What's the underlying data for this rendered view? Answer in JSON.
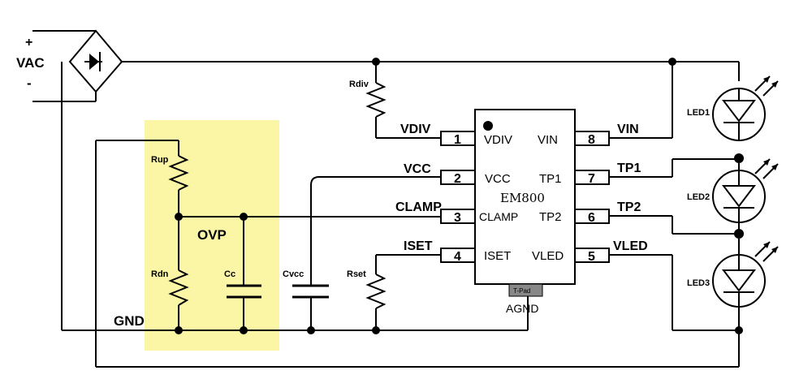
{
  "colors": {
    "ovp_highlight": "#fbf6a6",
    "tpad": "#888888",
    "wire": "#000000"
  },
  "source": {
    "plus": "+",
    "label": "VAC",
    "minus": "-"
  },
  "ic": {
    "name": "EM800",
    "pads": {
      "tpad": "T-Pad",
      "agnd": "AGND"
    },
    "pins": [
      {
        "num": "1",
        "inner": "VDIV",
        "net": "VDIV"
      },
      {
        "num": "2",
        "inner": "VCC",
        "net": "VCC"
      },
      {
        "num": "3",
        "inner": "CLAMP",
        "net": "CLAMP"
      },
      {
        "num": "4",
        "inner": "ISET",
        "net": "ISET"
      },
      {
        "num": "5",
        "inner": "VLED",
        "net": "VLED"
      },
      {
        "num": "6",
        "inner": "TP2",
        "net": "TP2"
      },
      {
        "num": "7",
        "inner": "TP1",
        "net": "TP1"
      },
      {
        "num": "8",
        "inner": "VIN",
        "net": "VIN"
      }
    ]
  },
  "components": {
    "rdiv": "Rdiv",
    "rup": "Rup",
    "rdn": "Rdn",
    "cc": "Cc",
    "cvcc": "Cvcc",
    "rset": "Rset"
  },
  "leds": [
    "LED1",
    "LED2",
    "LED3"
  ],
  "labels": {
    "ovp": "OVP",
    "gnd": "GND"
  }
}
